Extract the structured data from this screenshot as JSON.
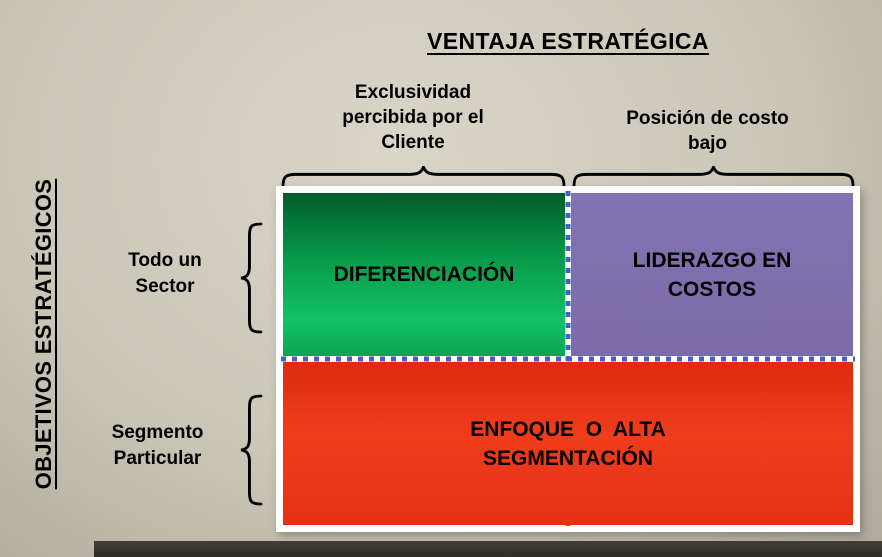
{
  "title": "VENTAJA ESTRATÉGICA",
  "left_axis": {
    "label": "OBJETIVOS ESTRATÉGICOS"
  },
  "column_headers": [
    {
      "lines": [
        "Exclusividad",
        "percibida por el",
        "Cliente"
      ]
    },
    {
      "lines": [
        "Posición de costo",
        "bajo"
      ]
    }
  ],
  "row_headers": [
    {
      "lines": [
        "Todo un",
        "Sector"
      ]
    },
    {
      "lines": [
        "Segmento",
        "Particular"
      ]
    }
  ],
  "quadrants": {
    "top_left": {
      "label": "DIFERENCIACIÓN"
    },
    "top_right": {
      "lines": [
        "LIDERAZGO EN",
        "COSTOS"
      ]
    },
    "bottom": {
      "lines": [
        "ENFOQUE  O  ALTA",
        "SEGMENTACIÓN"
      ]
    }
  },
  "colors": {
    "background": "#cac6b8",
    "green_dark": "#025c2a",
    "green_light": "#14c167",
    "purple": "#7e6fae",
    "red": "#e73313",
    "dotted_line_blue": "#3f63c0",
    "matrix_frame": "#ffffff",
    "text": "#000000",
    "footer_bar": "#35332b"
  }
}
